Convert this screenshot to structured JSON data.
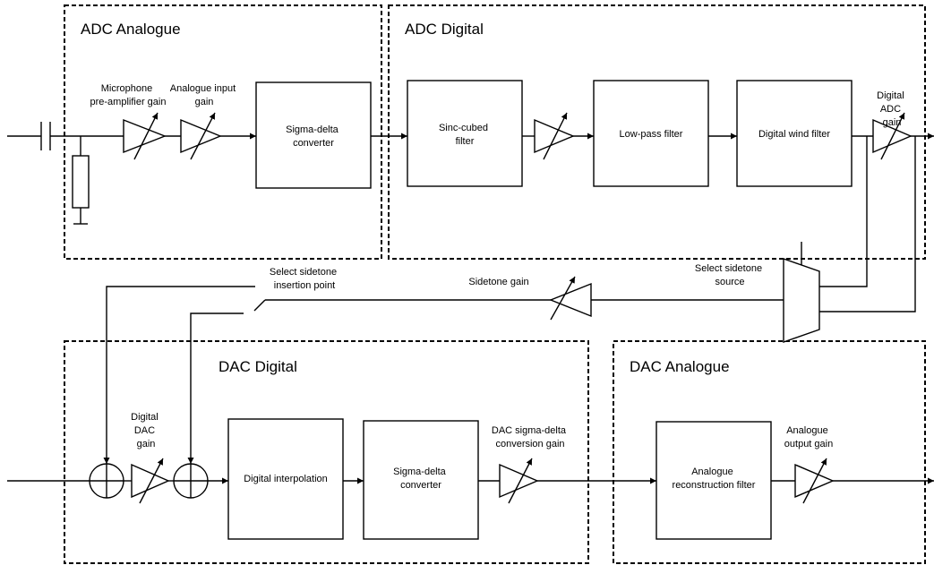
{
  "sections": {
    "adc_analogue": "ADC Analogue",
    "adc_digital": "ADC Digital",
    "dac_digital": "DAC Digital",
    "dac_analogue": "DAC Analogue"
  },
  "blocks": {
    "adc_sigma_delta": [
      "Sigma-delta",
      "converter"
    ],
    "sinc_cubed": [
      "Sinc-cubed",
      "filter"
    ],
    "low_pass": [
      "Low-pass filter"
    ],
    "wind_filter": [
      "Digital wind filter"
    ],
    "digital_interpolation": [
      "Digital interpolation"
    ],
    "dac_sigma_delta": [
      "Sigma-delta",
      "converter"
    ],
    "reconstruction": [
      "Analogue",
      "reconstruction filter"
    ]
  },
  "labels": {
    "mic_gain": [
      "Microphone",
      "pre-amplifier gain"
    ],
    "analogue_input_gain": [
      "Analogue input",
      "gain"
    ],
    "digital_adc_gain": [
      "Digital",
      "ADC",
      "gain"
    ],
    "select_insertion": [
      "Select sidetone",
      "insertion point"
    ],
    "sidetone_gain": [
      "Sidetone gain"
    ],
    "select_source": [
      "Select sidetone",
      "source"
    ],
    "digital_dac_gain": [
      "Digital",
      "DAC",
      "gain"
    ],
    "dac_conv_gain": [
      "DAC sigma-delta",
      "conversion gain"
    ],
    "analogue_output_gain": [
      "Analogue",
      "output gain"
    ]
  }
}
